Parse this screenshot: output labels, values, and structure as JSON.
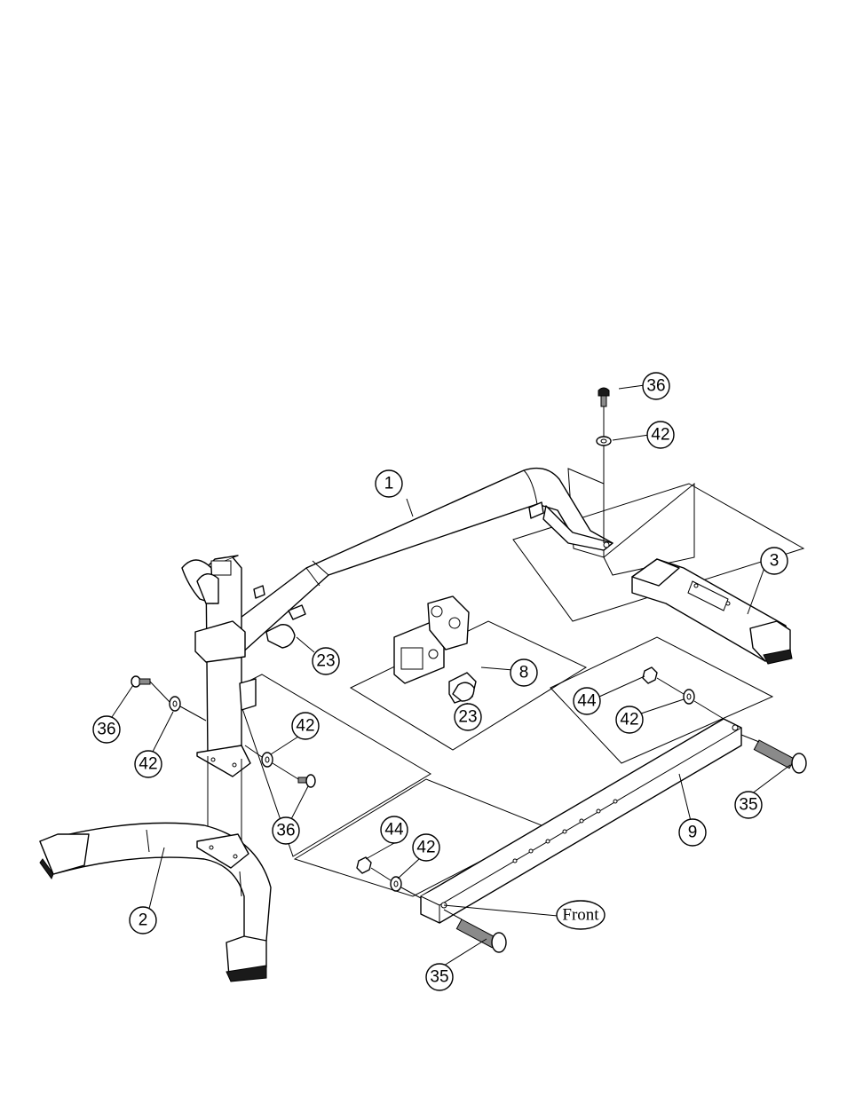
{
  "callouts": [
    {
      "id": "c1",
      "label": "1"
    },
    {
      "id": "c2",
      "label": "2"
    },
    {
      "id": "c3",
      "label": "3"
    },
    {
      "id": "c8",
      "label": "8"
    },
    {
      "id": "c9",
      "label": "9"
    },
    {
      "id": "c23a",
      "label": "23"
    },
    {
      "id": "c23b",
      "label": "23"
    },
    {
      "id": "c35a",
      "label": "35"
    },
    {
      "id": "c35b",
      "label": "35"
    },
    {
      "id": "c36a",
      "label": "36"
    },
    {
      "id": "c36b",
      "label": "36"
    },
    {
      "id": "c36c",
      "label": "36"
    },
    {
      "id": "c42a",
      "label": "42"
    },
    {
      "id": "c42b",
      "label": "42"
    },
    {
      "id": "c42c",
      "label": "42"
    },
    {
      "id": "c42d",
      "label": "42"
    },
    {
      "id": "c42e",
      "label": "42"
    },
    {
      "id": "c44a",
      "label": "44"
    },
    {
      "id": "c44b",
      "label": "44"
    }
  ],
  "front_label": "Front"
}
